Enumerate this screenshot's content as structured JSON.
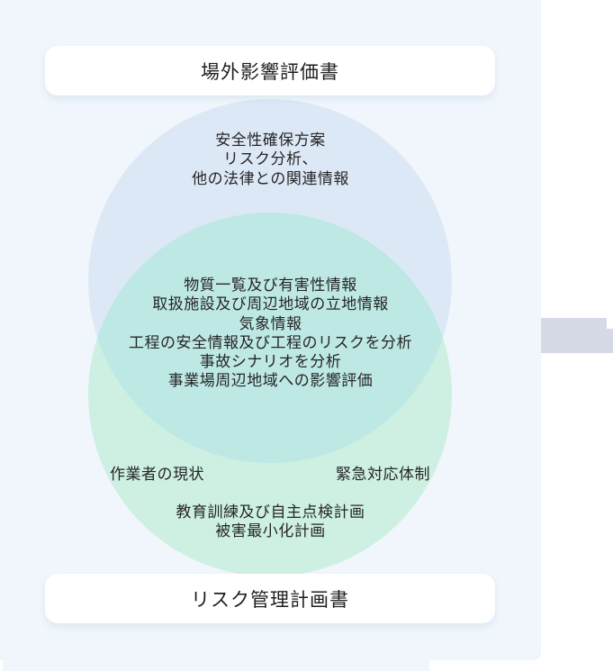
{
  "page": {
    "background_color": "#ffffff",
    "panel_color": "#f0f6fc",
    "scroll_thumb_color": "#d6dae6"
  },
  "top_box": {
    "label": "場外影響評価書"
  },
  "bottom_box": {
    "label": "リスク管理計画書"
  },
  "venn": {
    "top_circle": {
      "color": "#dde8f7",
      "lines": [
        "安全性確保方案",
        "リスク分析、",
        "他の法律との関連情報"
      ]
    },
    "overlap": {
      "color": "#bde8e4",
      "lines": [
        "物質一覧及び有害性情報",
        "取扱施設及び周辺地域の立地情報",
        "気象情報",
        "工程の安全情報及び工程のリスクを分析",
        "事故シナリオを分析",
        "事業場周辺地域への影響評価"
      ]
    },
    "bottom_circle": {
      "color": "#cdf0e2",
      "left_label": "作業者の現状",
      "right_label": "緊急対応体制",
      "lines": [
        "教育訓練及び自主点検計画",
        "被害最小化計画"
      ]
    }
  }
}
